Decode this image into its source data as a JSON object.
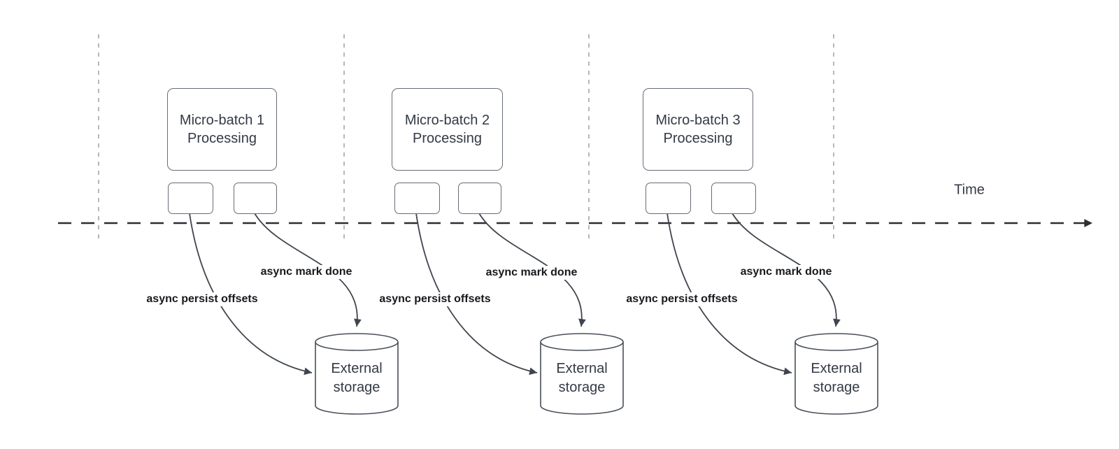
{
  "diagram": {
    "time_axis_label": "Time",
    "groups": [
      {
        "process_label": "Micro-batch 1 Processing",
        "persist_arrow_label": "async persist offsets",
        "done_arrow_label": "async mark done",
        "storage_label": "External storage"
      },
      {
        "process_label": "Micro-batch 2 Processing",
        "persist_arrow_label": "async persist offsets",
        "done_arrow_label": "async mark done",
        "storage_label": "External storage"
      },
      {
        "process_label": "Micro-batch 3 Processing",
        "persist_arrow_label": "async persist offsets",
        "done_arrow_label": "async mark done",
        "storage_label": "External storage"
      }
    ],
    "colors": {
      "guide_line": "#a6a6a6",
      "time_axis": "#2b2e33",
      "arrow_stroke": "#3f454e",
      "shape_border": "#676d76",
      "shape_text": "#333a45",
      "label_text": "#17191d"
    }
  }
}
